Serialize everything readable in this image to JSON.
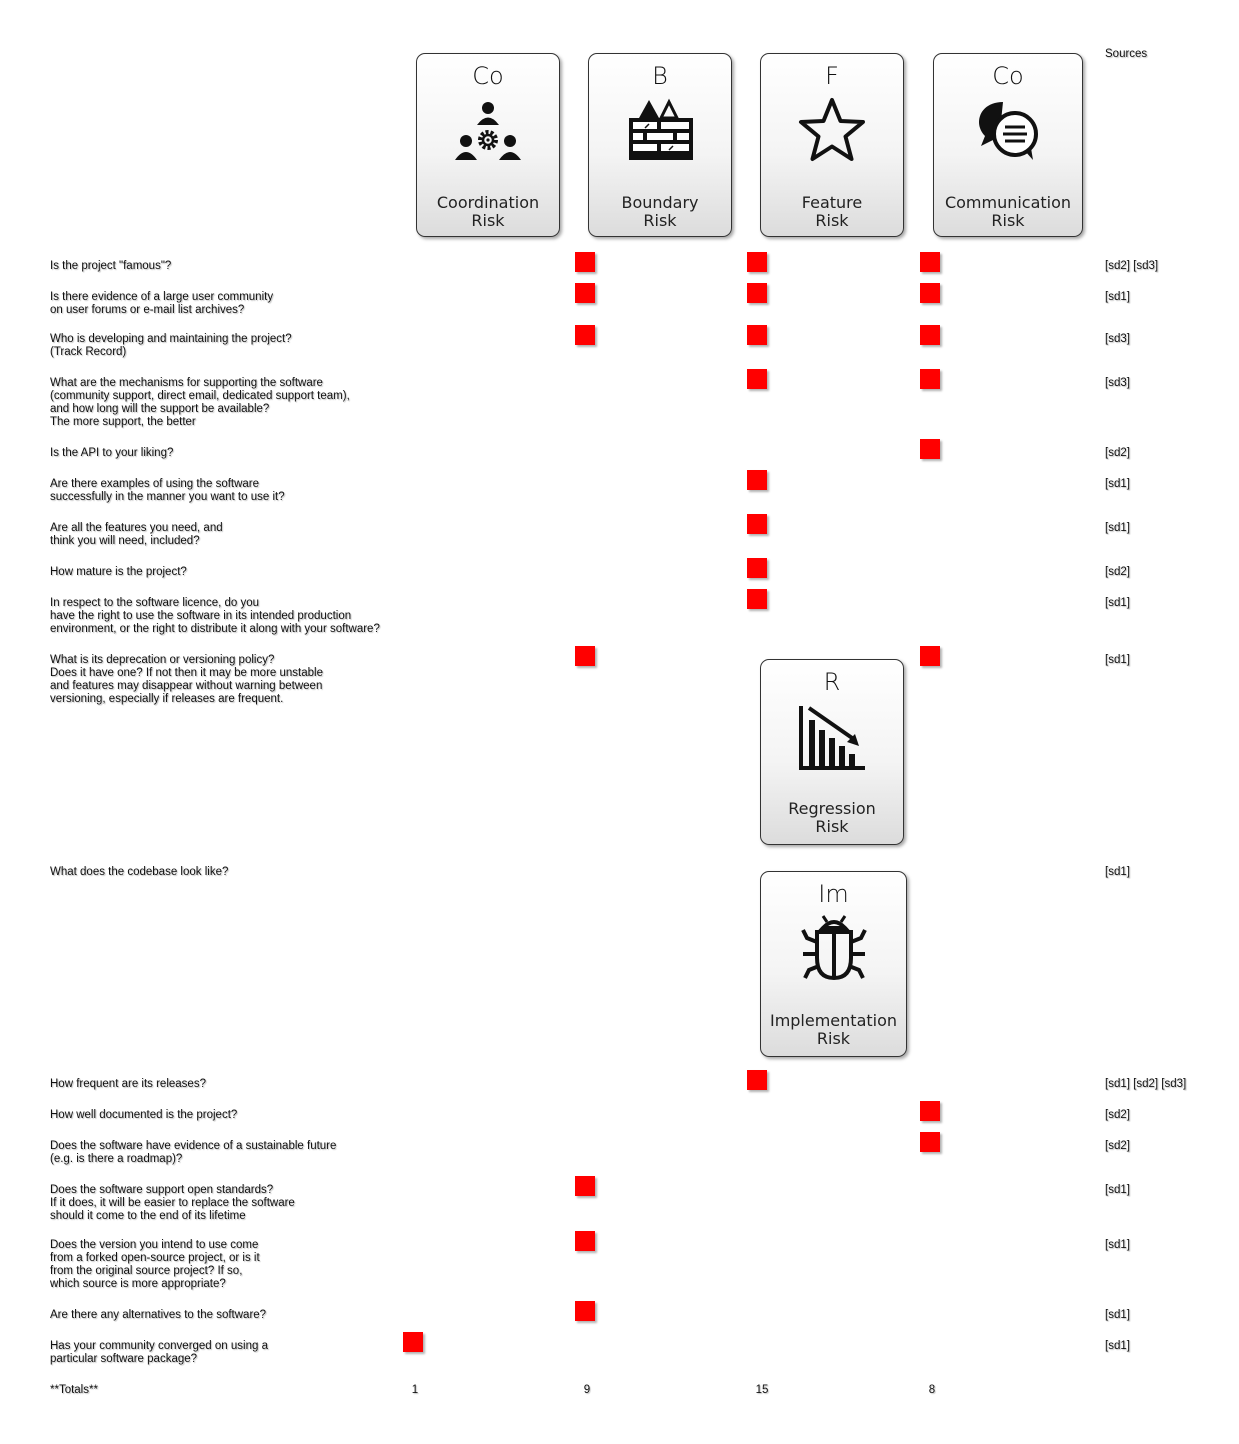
{
  "sources_header": "Sources",
  "totals_label": "**Totals**",
  "colors": {
    "mark": "#ff0000"
  },
  "cards": {
    "coordination": {
      "abbr": "Co",
      "name": [
        "Coordination",
        "Risk"
      ],
      "icon": "people-gear-icon"
    },
    "boundary": {
      "abbr": "B",
      "name": [
        "Boundary",
        "Risk"
      ],
      "icon": "brick-wall-icon"
    },
    "feature": {
      "abbr": "F",
      "name": [
        "Feature",
        "Risk"
      ],
      "icon": "star-icon"
    },
    "communication": {
      "abbr": "Co",
      "name": [
        "Communication",
        "Risk"
      ],
      "icon": "speech-bubbles-icon"
    },
    "regression": {
      "abbr": "R",
      "name": [
        "Regression",
        "Risk"
      ],
      "icon": "declining-chart-icon"
    },
    "implementation": {
      "abbr": "Im",
      "name": [
        "Implementation",
        "Risk"
      ],
      "icon": "bug-icon"
    }
  },
  "rows": [
    {
      "question": [
        "Is the project \"famous\"?"
      ],
      "sources": "[sd2] [sd3]",
      "marks": [
        2,
        3,
        4
      ]
    },
    {
      "question": [
        "Is there evidence of a large user community",
        "on user forums or e-mail list archives?"
      ],
      "sources": "[sd1]",
      "marks": [
        2,
        3,
        4
      ]
    },
    {
      "question": [
        "Who is developing and maintaining the project?",
        "(Track Record)"
      ],
      "sources": "[sd3]",
      "marks": [
        2,
        3,
        4
      ]
    },
    {
      "question": [
        "What are the mechanisms for supporting the software",
        "(community support, direct email, dedicated support team),",
        "and how long will the support be available?",
        "The more support, the better"
      ],
      "sources": "[sd3]",
      "marks": [
        3,
        4
      ]
    },
    {
      "question": [
        "Is the API to your liking?"
      ],
      "sources": "[sd2]",
      "marks": [
        4
      ]
    },
    {
      "question": [
        "Are there examples of using the software",
        "successfully in the manner you want to use it?"
      ],
      "sources": "[sd1]",
      "marks": [
        3
      ]
    },
    {
      "question": [
        "Are all the features you need, and",
        "think you will need, included?"
      ],
      "sources": "[sd1]",
      "marks": [
        3
      ]
    },
    {
      "question": [
        "How mature is the project?"
      ],
      "sources": "[sd2]",
      "marks": [
        3
      ]
    },
    {
      "question": [
        "In respect to the software licence, do you",
        "have the right to use the software in its intended production",
        "environment, or the right to distribute it along with your software?"
      ],
      "sources": "[sd1]",
      "marks": [
        3
      ]
    },
    {
      "question": [
        "What is its deprecation or versioning policy?",
        "Does it have one? If not then it may be more unstable",
        "and features may disappear without warning between",
        "versioning, especially if releases are frequent."
      ],
      "sources": "[sd1]",
      "marks": [
        2,
        4
      ],
      "card": "regression"
    },
    {
      "question": [
        "What does the codebase look like?"
      ],
      "sources": "[sd1]",
      "marks": [],
      "card": "implementation"
    },
    {
      "question": [
        "How frequent are its releases?"
      ],
      "sources": "[sd1] [sd2] [sd3]",
      "marks": [
        3
      ]
    },
    {
      "question": [
        "How well documented is the project?"
      ],
      "sources": "[sd2]",
      "marks": [
        4
      ]
    },
    {
      "question": [
        "Does the software have evidence of a sustainable future",
        "(e.g. is there a roadmap)?"
      ],
      "sources": "[sd2]",
      "marks": [
        4
      ]
    },
    {
      "question": [
        "Does the software support open standards?",
        "If it does, it will be easier to replace the software",
        "should it come to the end of its lifetime"
      ],
      "sources": "[sd1]",
      "marks": [
        2
      ]
    },
    {
      "question": [
        "Does the version you intend to use come",
        "from a forked open-source project, or is it",
        "from the original source project? If so,",
        "which source is more appropriate?"
      ],
      "sources": "[sd1]",
      "marks": [
        2
      ]
    },
    {
      "question": [
        "Are there any alternatives to the software?"
      ],
      "sources": "[sd1]",
      "marks": [
        2
      ]
    },
    {
      "question": [
        "Has your community converged on using a",
        "particular software package?"
      ],
      "sources": "[sd1]",
      "marks": [
        1
      ]
    }
  ],
  "totals": [
    "1",
    "9",
    "15",
    "8"
  ]
}
